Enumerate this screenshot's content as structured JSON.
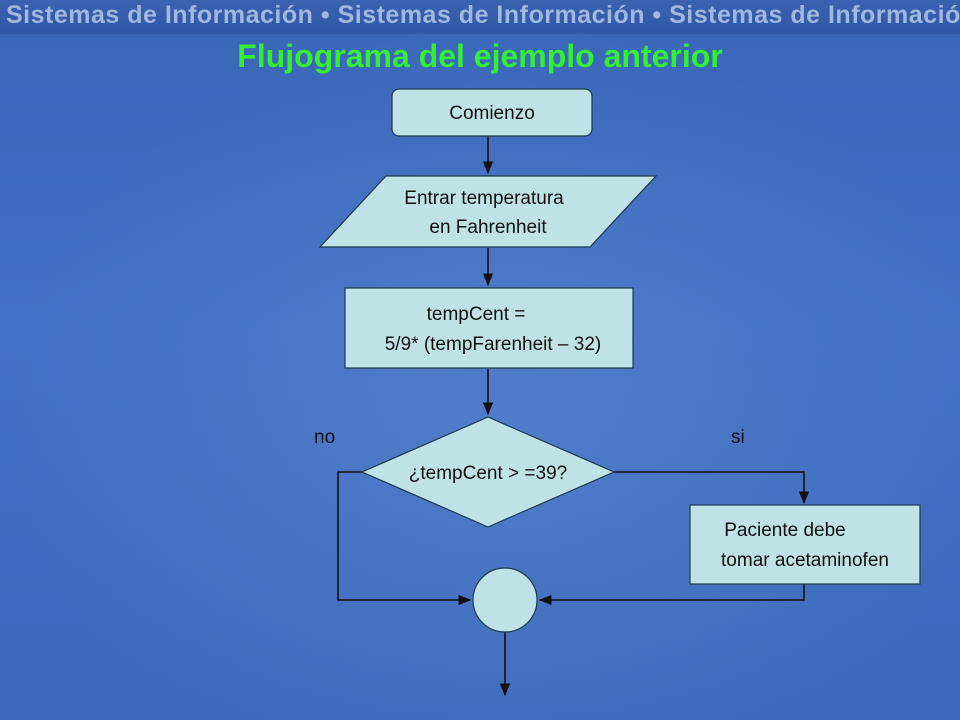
{
  "banner": {
    "text": "Sistemas de Información • Sistemas de Información • Sistemas de Información"
  },
  "title": "Flujograma del ejemplo anterior",
  "flowchart": {
    "start": "Comienzo",
    "input": [
      "Entrar temperatura",
      "en Fahrenheit"
    ],
    "process": [
      "tempCent =",
      "5/9* (tempFarenheit – 32)"
    ],
    "decision": "¿tempCent > =39?",
    "branch_no": "no",
    "branch_yes": "si",
    "action": [
      "Paciente debe",
      "tomar acetaminofen"
    ]
  },
  "colors": {
    "shape_fill": "#bfe2e6",
    "shape_stroke": "#1a3a4a",
    "title": "#33ee33",
    "line": "#111111"
  }
}
